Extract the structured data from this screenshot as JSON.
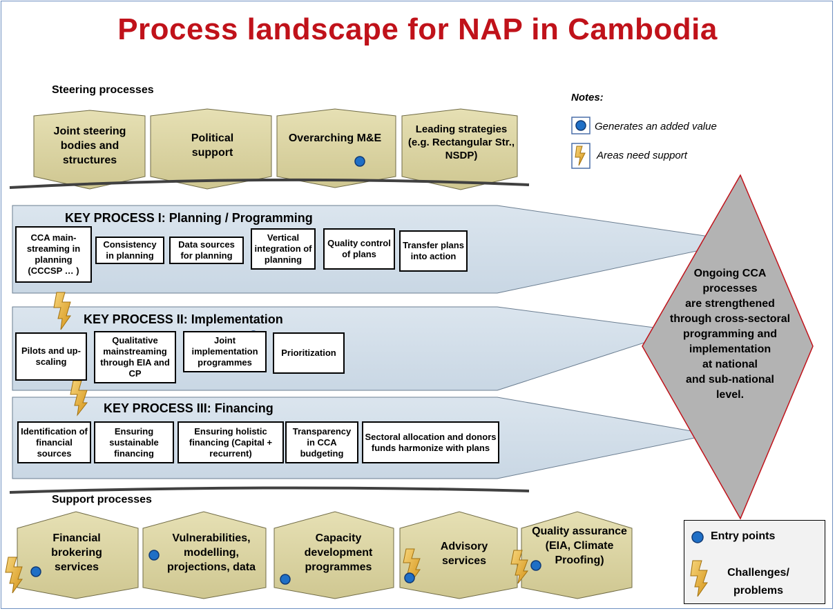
{
  "title": "Process landscape for NAP in Cambodia",
  "steering": {
    "heading": "Steering processes",
    "items": [
      "Joint steering bodies and structures",
      "Political support",
      "Overarching M&E",
      "Leading strategies (e.g. Rectangular Str., NSDP)"
    ]
  },
  "notes": {
    "heading": "Notes:",
    "added_value": "Generates an added value",
    "need_support": "Areas need support"
  },
  "key1": {
    "title": "KEY PROCESS I: Planning / Programming",
    "boxes": [
      "CCA main-streaming in planning (CCCSP … )",
      "Consistency in planning",
      "Data sources for planning",
      "Vertical integration of planning",
      "Quality control of plans",
      "Transfer plans into action"
    ]
  },
  "key2": {
    "title": "KEY PROCESS II: Implementation",
    "boxes": [
      "Pilots and up-scaling",
      "Qualitative mainstreaming through EIA and CP",
      "Joint implementation programmes",
      "Prioritization"
    ]
  },
  "key3": {
    "title": "KEY PROCESS III: Financing",
    "boxes": [
      "Identification of financial sources",
      "Ensuring sustainable financing",
      "Ensuring holistic financing (Capital + recurrent)",
      "Transparency in CCA budgeting",
      "Sectoral allocation and donors funds harmonize with plans"
    ]
  },
  "diamond": {
    "lines": [
      "Ongoing CCA",
      "processes",
      "are strengthened",
      "through cross-sectoral",
      "programming and",
      "implementation",
      "at national",
      "and sub-national",
      "level."
    ]
  },
  "support": {
    "heading": "Support processes",
    "items": [
      "Financial brokering services",
      "Vulnerabilities, modelling, projections, data",
      "Capacity development programmes",
      "Advisory services",
      "Quality assurance (EIA, Climate Proofing)"
    ]
  },
  "legend": {
    "entry_points": "Entry points",
    "challenges": "Challenges/ problems"
  },
  "colors": {
    "title": "#c0121a",
    "chevron_fill": "#dcd5a4",
    "band_fill": "#d3dfe9",
    "diamond_fill": "#b3b3b3",
    "dot": "#1f6fc6",
    "bolt": "#e8b53a"
  }
}
